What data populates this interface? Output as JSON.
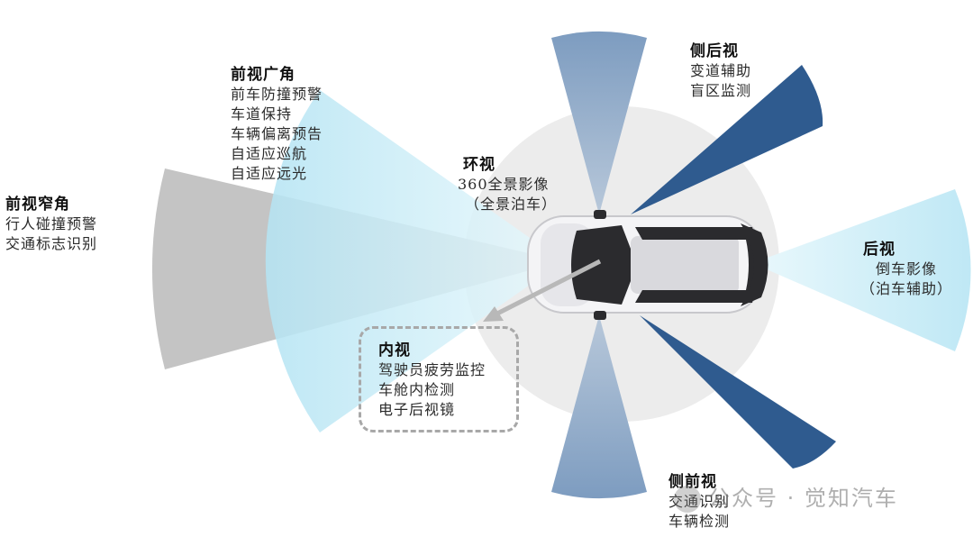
{
  "zones": {
    "front_wide": {
      "title": "前视广角",
      "lines": [
        "前车防撞预警",
        "车道保持",
        "车辆偏离预告",
        "自适应巡航",
        "自适应远光"
      ]
    },
    "front_narrow": {
      "title": "前视窄角",
      "lines": [
        "行人碰撞预警",
        "交通标志识别"
      ]
    },
    "surround": {
      "title": "环视",
      "lines": [
        "360全景影像",
        "（全景泊车）"
      ]
    },
    "side_rear": {
      "title": "侧后视",
      "lines": [
        "变道辅助",
        "盲区监测"
      ]
    },
    "rear": {
      "title": "后视",
      "lines": [
        "倒车影像",
        "（泊车辅助）"
      ]
    },
    "interior": {
      "title": "内视",
      "lines": [
        "驾驶员疲劳监控",
        "车舱内检测",
        "电子后视镜"
      ]
    },
    "side_front": {
      "title": "侧前视",
      "lines": [
        "交通识别",
        "车辆检测"
      ]
    }
  },
  "watermark": "公众号 · 觉知汽车",
  "colors": {
    "narrow_gray": "#c6c6c6",
    "wide_light_blue": "#cdeef8",
    "surround_circle": "#ececec",
    "vertical_blue": "#8aa7c8",
    "dark_blue": "#2e5a8e",
    "arrow_gray": "#b8b8b8"
  }
}
